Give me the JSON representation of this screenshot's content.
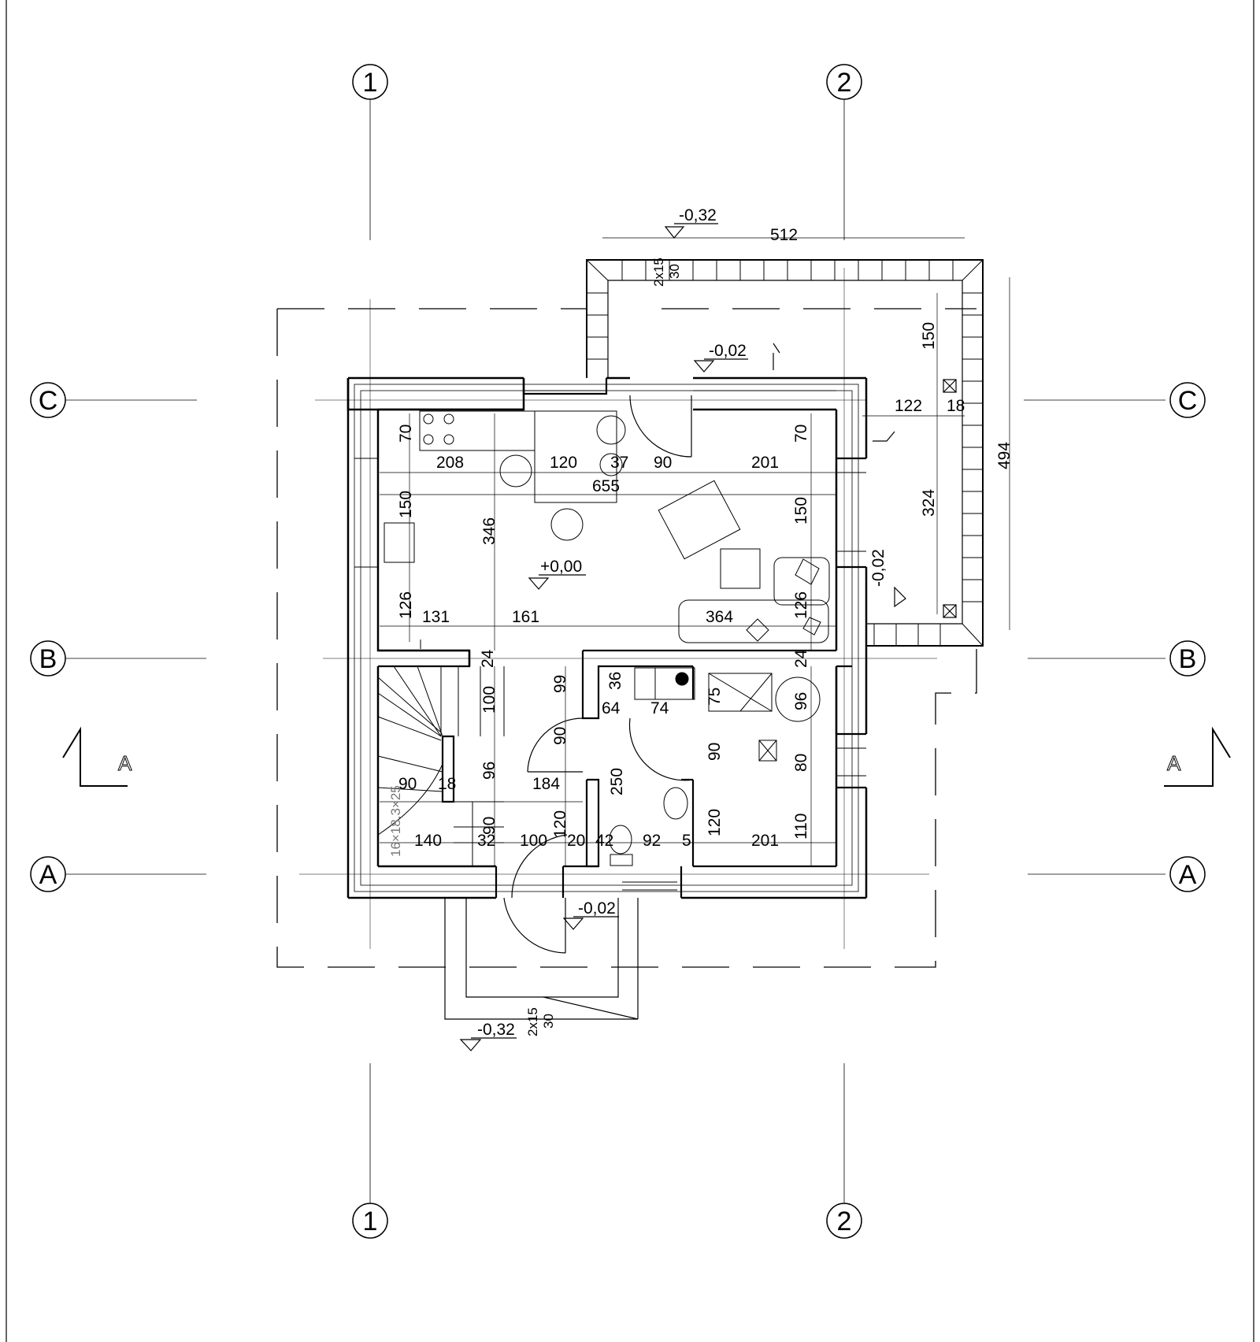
{
  "axes": {
    "columns": [
      "1",
      "2"
    ],
    "rows": [
      "C",
      "B",
      "A"
    ]
  },
  "section_marks": [
    "A",
    "A"
  ],
  "levels": {
    "terrace_top": "-0,32",
    "terrace_door": "-0,02",
    "terrace_side": "-0,02",
    "ground_floor": "+0,00",
    "entrance": "-0,02",
    "entrance_steps": "-0,32"
  },
  "steps": {
    "terrace": [
      "2x15",
      "30"
    ],
    "entrance": [
      "2x15",
      "30"
    ]
  },
  "stair_label": "16×18,3×25",
  "dimensions": {
    "terrace_width": "512",
    "terrace_depth": "494",
    "terrace_150": "150",
    "terrace_324": "324",
    "terrace_122": "122",
    "terrace_18": "18",
    "kitchen_70": "70",
    "kitchen_208": "208",
    "kitchen_120": "120",
    "kitchen_37": "37",
    "kitchen_90": "90",
    "living_201": "201",
    "living_70": "70",
    "total_655": "655",
    "left_150": "150",
    "mid_346": "346",
    "right_150": "150",
    "left_126": "126",
    "d_131": "131",
    "d_161": "161",
    "d_364": "364",
    "right_126": "126",
    "wall_24_left": "24",
    "wall_24_right": "24",
    "d_100": "100",
    "d_99": "99",
    "d_36": "36",
    "d_64": "64",
    "d_74": "74",
    "d_75": "75",
    "d_96_right": "96",
    "d_90_hall": "90",
    "d_90_room": "90",
    "d_80": "80",
    "d_96_stair": "96",
    "d_90_stair": "90",
    "d_18_stair": "18",
    "d_184": "184",
    "d_250": "250",
    "d_120_a": "120",
    "d_120_b": "120",
    "d_110": "110",
    "d_140": "140",
    "d_32": "32",
    "d_390": "90",
    "d_100_bottom": "100",
    "d_20": "20",
    "d_42": "42",
    "d_92": "92",
    "d_5": "5",
    "d_201_room": "201"
  }
}
